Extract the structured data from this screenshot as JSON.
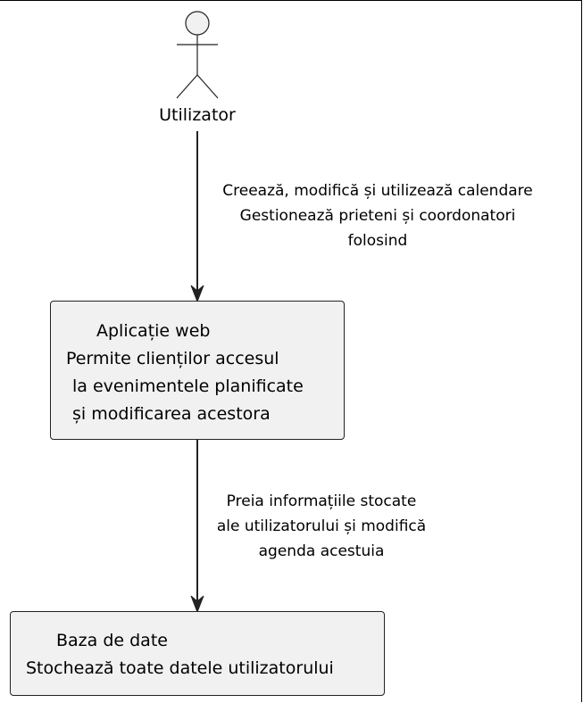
{
  "diagram": {
    "actor": {
      "label": "Utilizator"
    },
    "edge1": {
      "lines": [
        "Creează, modifică și utilizează calendare",
        "Gestionează prieteni și coordonatori",
        "folosind"
      ]
    },
    "web_app": {
      "lines": [
        "Aplicație web",
        "Permite clienților accesul",
        "la evenimentele planificate",
        "și modificarea acestora"
      ]
    },
    "edge2": {
      "lines": [
        "Preia informațiile stocate",
        "ale utilizatorului și modifică",
        "agenda acestuia"
      ]
    },
    "database": {
      "lines": [
        "Baza de date",
        "Stochează toate datele utilizatorului"
      ]
    }
  }
}
